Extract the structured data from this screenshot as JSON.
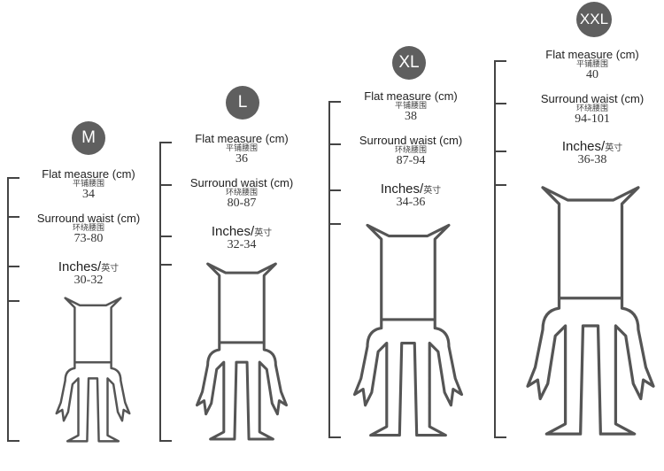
{
  "labels": {
    "flat_en": "Flat measure (cm)",
    "flat_cn": "平铺腰围",
    "waist_en": "Surround waist (cm)",
    "waist_cn": "环绕腰围",
    "inch_en": "Inches/",
    "inch_cn": "英寸"
  },
  "sizes": [
    {
      "name": "M",
      "flat": "34",
      "waist": "73-80",
      "inches": "30-32"
    },
    {
      "name": "L",
      "flat": "36",
      "waist": "80-87",
      "inches": "32-34"
    },
    {
      "name": "XL",
      "flat": "38",
      "waist": "87-94",
      "inches": "34-36"
    },
    {
      "name": "XXL",
      "flat": "40",
      "waist": "94-101",
      "inches": "36-38"
    }
  ],
  "colors": {
    "badge": "#5f5f5f",
    "line": "#444444"
  }
}
